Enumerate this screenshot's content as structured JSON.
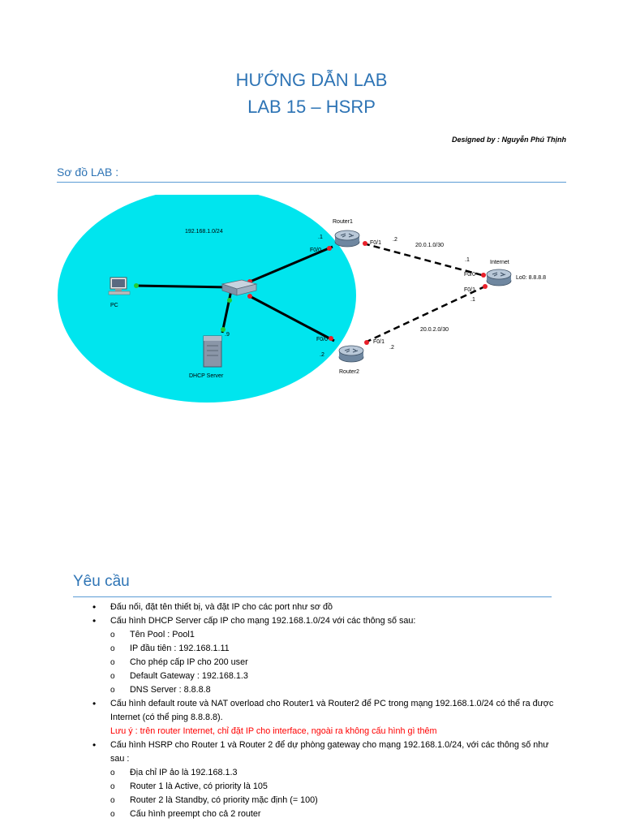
{
  "header": {
    "title_line1": "HƯỚNG DẪN LAB",
    "title_line2": "LAB 15 – HSRP",
    "designed_by": "Designed by : Nguyễn Phú Thịnh"
  },
  "diagram_section": {
    "heading": "Sơ đồ LAB :",
    "labels": {
      "lan_network": "192.168.1.0/24",
      "router1": "Router1",
      "router2": "Router2",
      "internet": "Internet",
      "pc": "PC",
      "dhcp_server": "DHCP Server",
      "r1_f00": "F0/0",
      "r1_f01": "F0/1",
      "r1_ip_lan": ".1",
      "r1_ip_wan": ".2",
      "r2_f00": "F0/0",
      "r2_f01": "F0/1",
      "r2_ip_lan": ".2",
      "r2_ip_wan": ".2",
      "net1": "20.0.1.0/30",
      "net2": "20.0.2.0/30",
      "inet_f00": "F0/0",
      "inet_f01": "F0/1",
      "inet_ip1": ".1",
      "inet_ip2": ".1",
      "loopback": "Lo0: 8.8.8.8",
      "server_ip": ".9"
    },
    "colors": {
      "lan_area": "#00e5ee",
      "link_dot_red": "#e8202a",
      "link_dot_green": "#22cc33"
    }
  },
  "requirements": {
    "heading": "Yêu cầu",
    "items": [
      {
        "text": "Đấu nối, đặt tên thiết bị, và đặt IP cho các port như sơ đồ"
      },
      {
        "text": "Cấu hình DHCP Server cấp IP cho mạng 192.168.1.0/24 với các thông số sau:",
        "sub": [
          "Tên Pool : Pool1",
          "IP đầu tiên : 192.168.1.11",
          "Cho phép cấp IP cho 200 user",
          "Default Gateway : 192.168.1.3",
          "DNS Server : 8.8.8.8"
        ]
      },
      {
        "text": "Cấu hình default route và NAT overload cho Router1 và Router2 để PC trong mạng 192.168.1.0/24 có thể ra được Internet (có thể ping 8.8.8.8).",
        "note": "Lưu ý : trên router Internet, chỉ đặt IP cho interface, ngoài ra không cấu hình gì thêm"
      },
      {
        "text": "Cấu hình HSRP cho Router 1 và Router 2 để dự phòng gateway cho mạng 192.168.1.0/24, với các thông số như sau :",
        "sub": [
          "Địa chỉ IP ảo là 192.168.1.3",
          "Router 1 là Active, có priority là 105",
          "Router 2 là Standby, có priority mặc định (= 100)",
          "Cấu hình preempt cho cả 2 router"
        ]
      }
    ]
  }
}
